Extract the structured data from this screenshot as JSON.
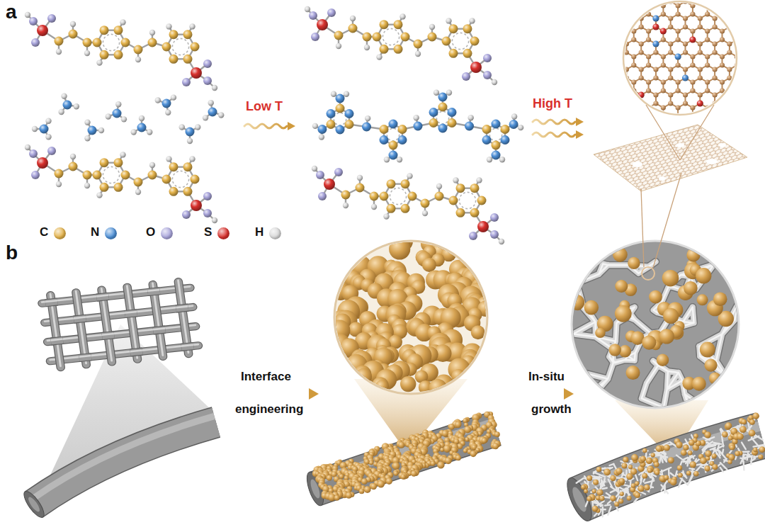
{
  "diagram": {
    "labels": [
      "a",
      "Low T",
      "High T",
      "b",
      "Interface",
      "engineering",
      "In-situ",
      "growth"
    ],
    "legend": [
      {
        "text": "C",
        "color": "#e3b24a"
      },
      {
        "text": "N",
        "color": "#4d8fd6"
      },
      {
        "text": "O",
        "color": "#aaa6dc"
      },
      {
        "text": "S",
        "color": "#d8312d"
      },
      {
        "text": "H",
        "color": "#d9d9d9"
      }
    ]
  }
}
